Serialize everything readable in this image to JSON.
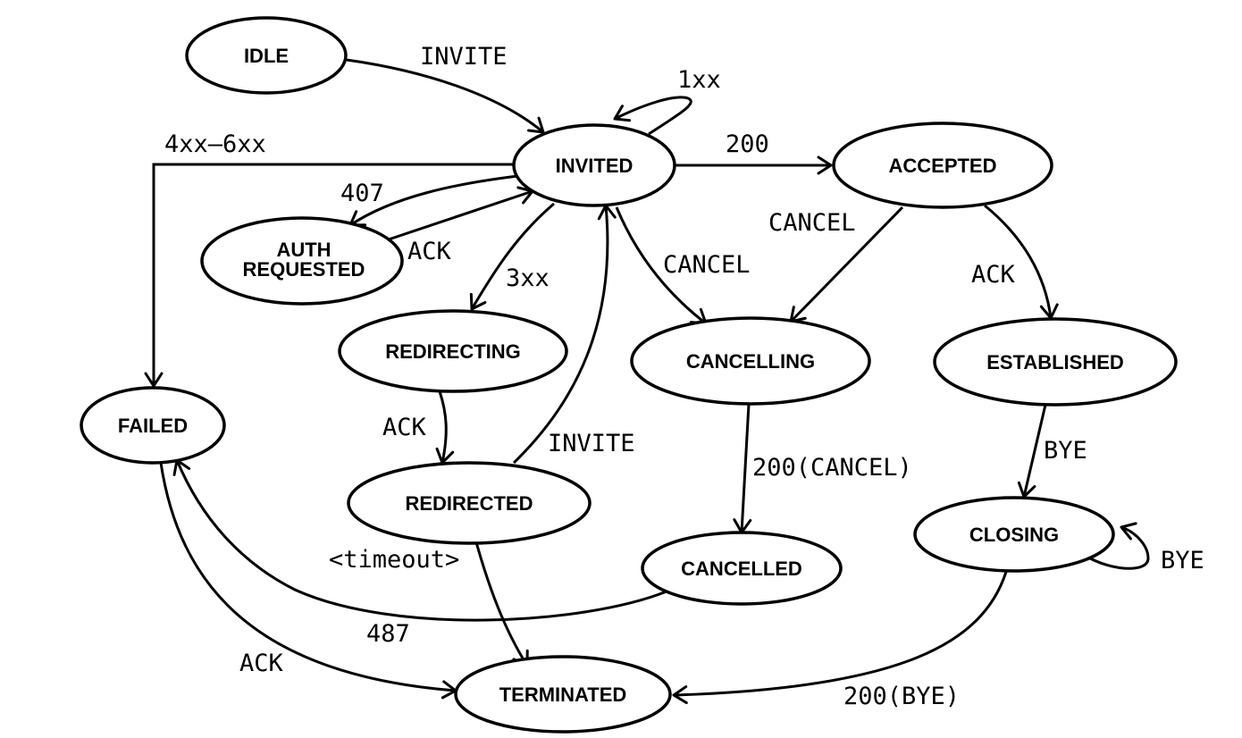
{
  "diagram": {
    "states": {
      "idle": "IDLE",
      "invited": "INVITED",
      "accepted": "ACCEPTED",
      "auth_requested_line1": "AUTH",
      "auth_requested_line2": "REQUESTED",
      "redirecting": "REDIRECTING",
      "cancelling": "CANCELLING",
      "established": "ESTABLISHED",
      "failed": "FAILED",
      "redirected": "REDIRECTED",
      "cancelled": "CANCELLED",
      "closing": "CLOSING",
      "terminated": "TERMINATED"
    },
    "transitions": {
      "idle_invited": "INVITE",
      "invited_self": "1xx",
      "invited_failed": "4xx–6xx",
      "invited_accepted": "200",
      "invited_auth": "407",
      "auth_invited": "ACK",
      "invited_redirecting": "3xx",
      "invited_cancelling": "CANCEL",
      "accepted_cancelling": "CANCEL",
      "accepted_established": "ACK",
      "redirecting_redirected": "ACK",
      "redirected_invited": "INVITE",
      "redirected_terminated": "<timeout>",
      "cancelling_cancelled": "200(CANCEL)",
      "established_closing": "BYE",
      "closing_self": "BYE",
      "closing_terminated": "200(BYE)",
      "cancelled_failed": "487",
      "failed_terminated": "ACK"
    }
  }
}
